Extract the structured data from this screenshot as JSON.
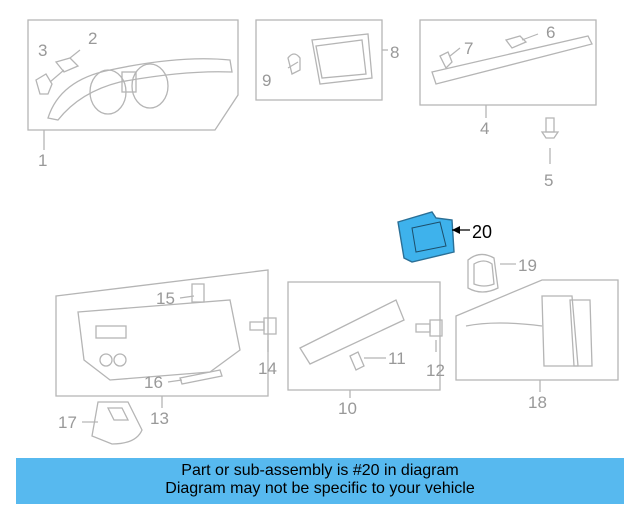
{
  "callouts": {
    "c1": "1",
    "c2": "2",
    "c3": "3",
    "c4": "4",
    "c5": "5",
    "c6": "6",
    "c7": "7",
    "c8": "8",
    "c9": "9",
    "c10": "10",
    "c11": "11",
    "c12": "12",
    "c13": "13",
    "c14": "14",
    "c15": "15",
    "c16": "16",
    "c17": "17",
    "c18": "18",
    "c19": "19",
    "c20": "20"
  },
  "highlight_color": "#3eb2ec",
  "banner": {
    "line1": "Part or sub-assembly is #20 in diagram",
    "line2": "Diagram may not be specific to your vehicle"
  }
}
